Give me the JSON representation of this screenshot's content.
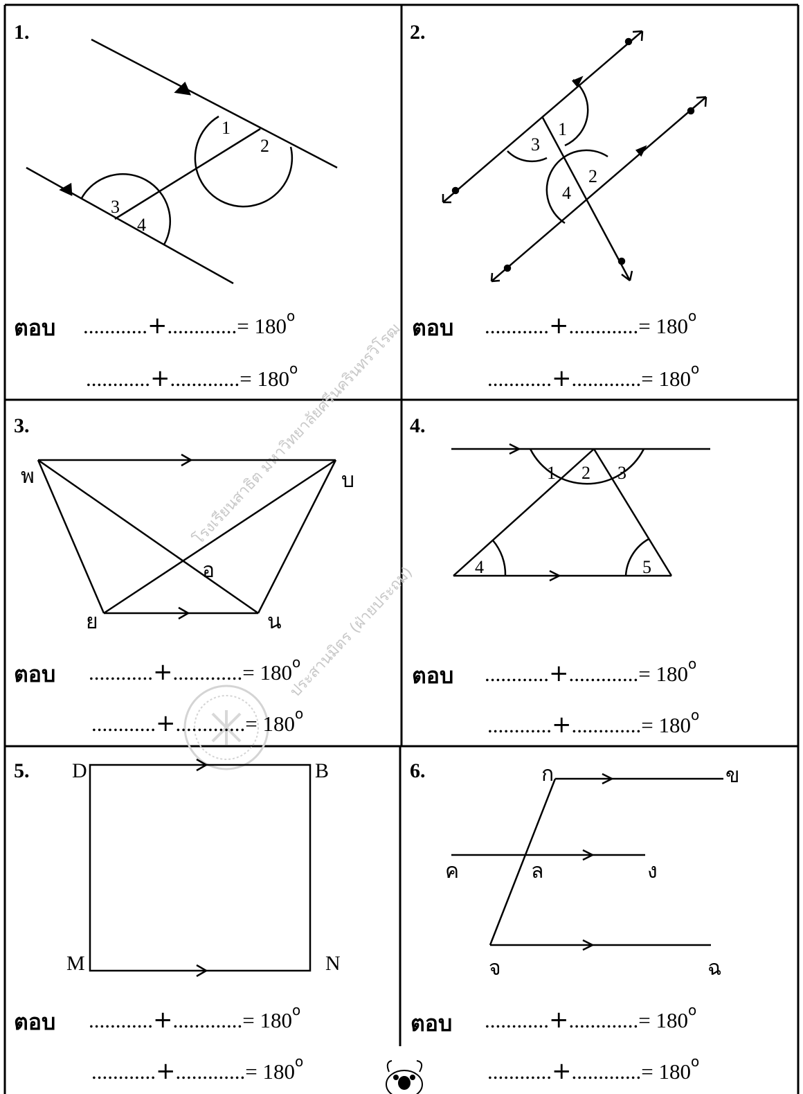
{
  "answer_label": "ตอบ",
  "blank_left": "............",
  "plus": "+",
  "blank_right": ".............",
  "equals_value": "= 180",
  "degree": "o",
  "problems": [
    {
      "number": "1.",
      "angles": [
        "1",
        "2",
        "3",
        "4"
      ]
    },
    {
      "number": "2.",
      "angles": [
        "1",
        "2",
        "3",
        "4"
      ]
    },
    {
      "number": "3.",
      "points": [
        "พ",
        "บ",
        "อ",
        "ย",
        "น"
      ]
    },
    {
      "number": "4.",
      "angles": [
        "1",
        "2",
        "3",
        "4",
        "5"
      ]
    },
    {
      "number": "5.",
      "points": [
        "D",
        "B",
        "M",
        "N"
      ]
    },
    {
      "number": "6.",
      "points": [
        "ก",
        "ข",
        "ค",
        "ล",
        "ง",
        "จ",
        "ฉ"
      ]
    }
  ],
  "watermark": {
    "line1": "โรงเรียนสาธิต มหาวิทยาลัยศรีนครินทรวิโรฒ",
    "line2": "ประสานมิตร (ฝ่ายประถม)"
  }
}
